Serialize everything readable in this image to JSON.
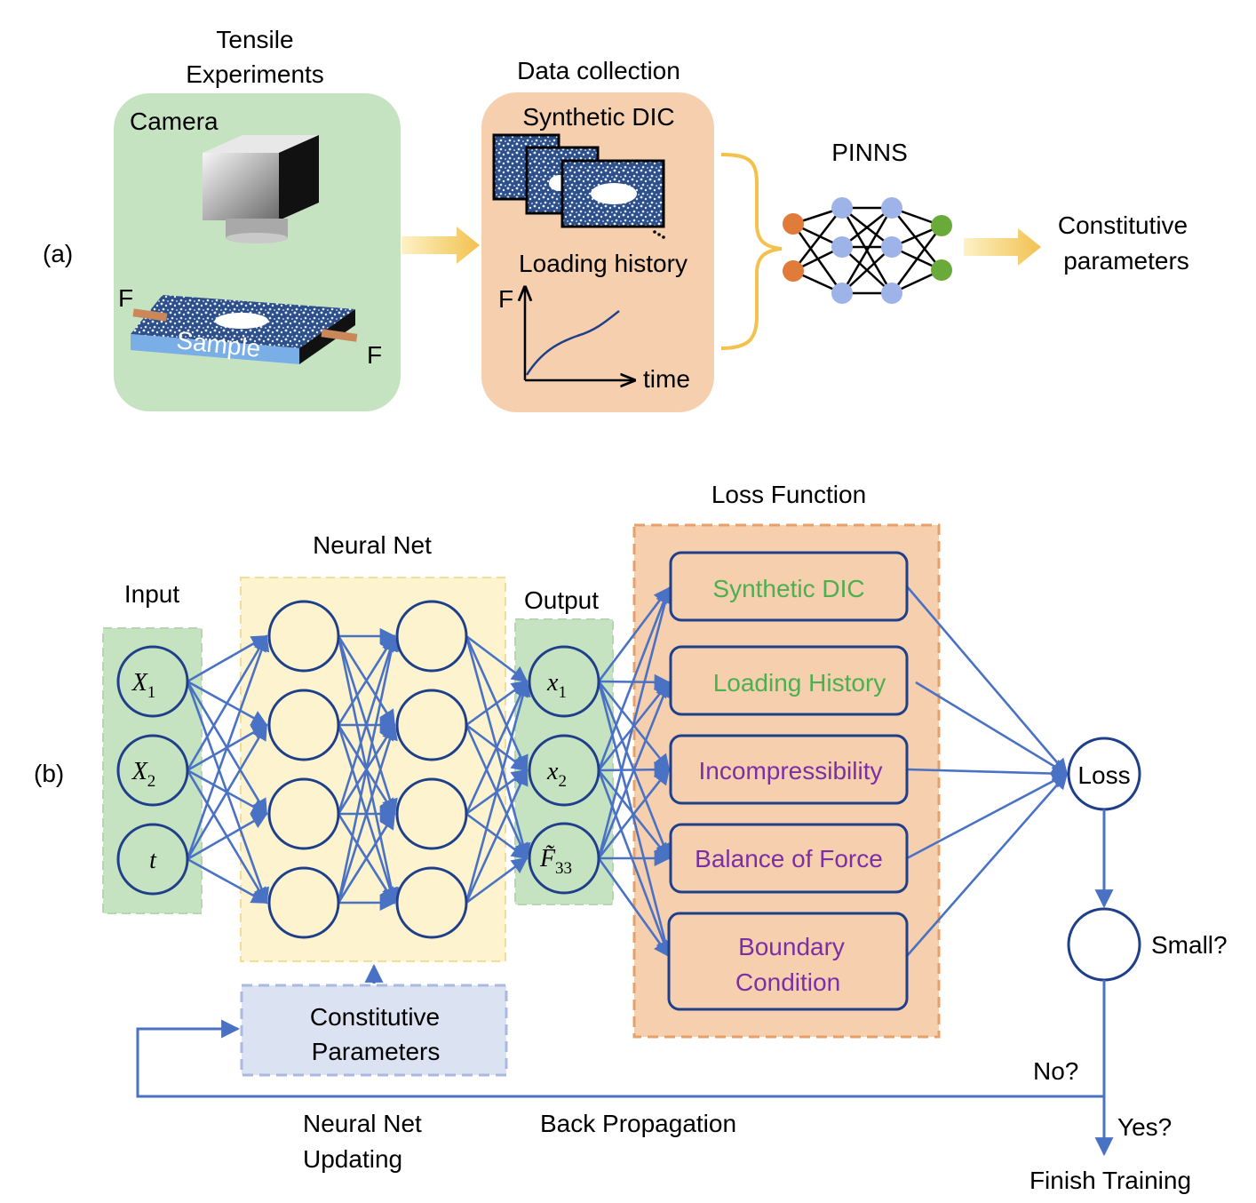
{
  "panel_a": {
    "label": "(a)",
    "tensile_title_line1": "Tensile",
    "tensile_title_line2": "Experiments",
    "camera_label": "Camera",
    "sample_label": "Sample",
    "force_left": "F",
    "force_right": "F",
    "data_collection_title": "Data collection",
    "synthetic_dic_label": "Synthetic DIC",
    "loading_history_label": "Loading history",
    "graph_y_label": "F",
    "graph_x_label": "time",
    "pinns_label": "PINNS",
    "output_line1": "Constitutive",
    "output_line2": "parameters"
  },
  "panel_b": {
    "label": "(b)",
    "input_title": "Input",
    "inputs": [
      {
        "base": "X",
        "sub": "1"
      },
      {
        "base": "X",
        "sub": "2"
      },
      {
        "base": "t",
        "sub": ""
      }
    ],
    "neural_net_title": "Neural Net",
    "output_title": "Output",
    "outputs": [
      {
        "base": "x",
        "sub": "1"
      },
      {
        "base": "x",
        "sub": "2"
      },
      {
        "base": "F̃",
        "sub": "33"
      }
    ],
    "loss_function_title": "Loss Function",
    "loss_terms": [
      {
        "line1": "Synthetic DIC",
        "line2": "",
        "color": "#4caf50"
      },
      {
        "line1": "Loading History",
        "line2": "",
        "color": "#4caf50"
      },
      {
        "line1": "Incompressibility",
        "line2": "",
        "color": "#7b2fa6"
      },
      {
        "line1": "Balance of Force",
        "line2": "",
        "color": "#7b2fa6"
      },
      {
        "line1": "Boundary",
        "line2": "Condition",
        "color": "#7b2fa6"
      }
    ],
    "loss_node": "Loss",
    "small_question": "Small?",
    "no_label": "No?",
    "yes_label": "Yes?",
    "finish_label": "Finish Training",
    "constitutive_line1": "Constitutive",
    "constitutive_line2": "Parameters",
    "updating_line1": "Neural Net",
    "updating_line2": "Updating",
    "back_propagation": "Back Propagation"
  },
  "colors": {
    "green_panel": "#c5e3c0",
    "orange_panel": "#f6cfae",
    "yellow_panel": "#fdf3cf",
    "blue_panel": "#dbe2f2",
    "arrow_blue": "#4a72c4",
    "node_blue": "#1f3f8a",
    "nn_orange": "#e07b39",
    "nn_blue": "#9eb3e8",
    "nn_green": "#6aaa3a",
    "gold_arrow": "#f2c14e"
  }
}
